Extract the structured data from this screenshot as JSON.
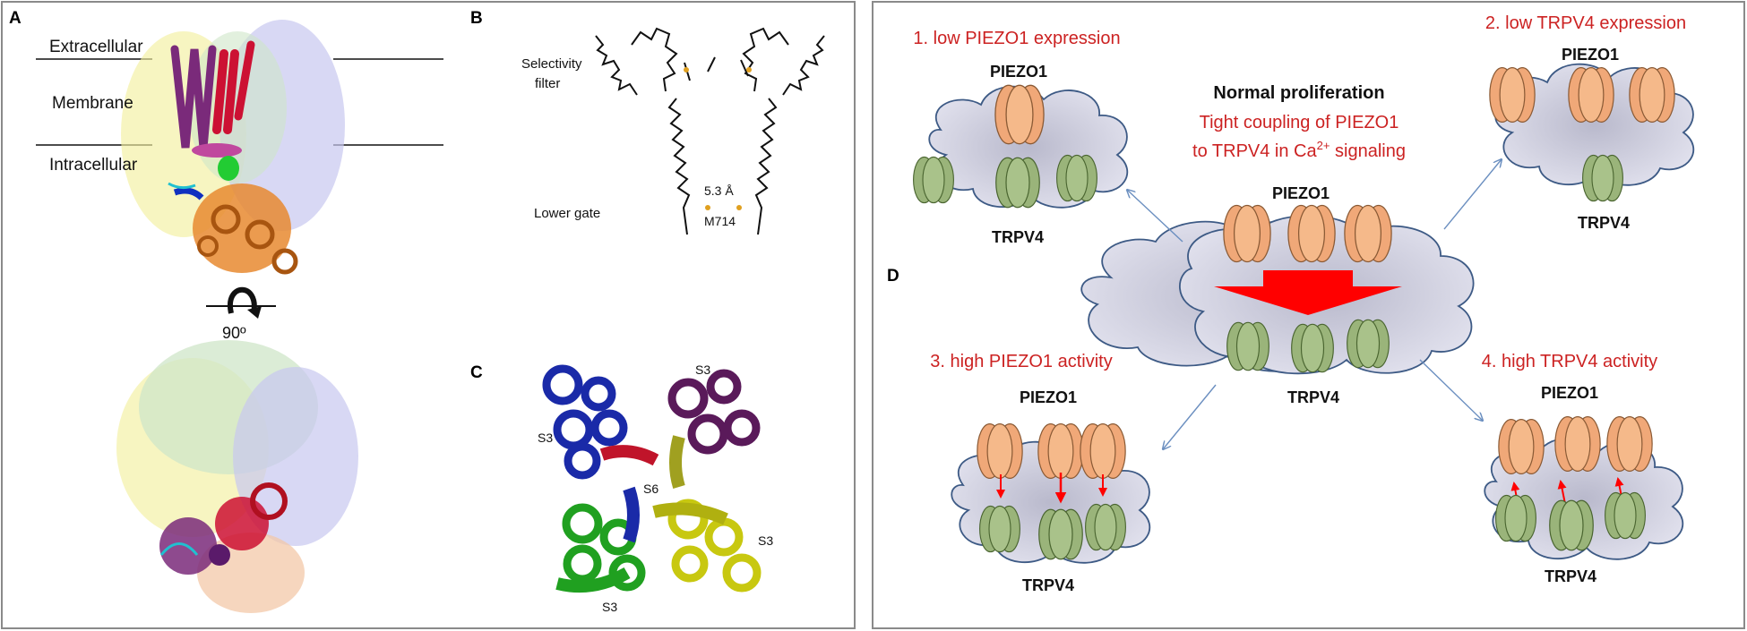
{
  "panel_a": {
    "letter": "A",
    "extracellular": "Extracellular",
    "membrane": "Membrane",
    "intracellular": "Intracellular",
    "rotation": "90º"
  },
  "panel_b": {
    "letter": "B",
    "selectivity_line1": "Selectivity",
    "selectivity_line2": "filter",
    "lower_gate": "Lower gate",
    "distance": "5.3 Å",
    "residue": "M714"
  },
  "panel_c": {
    "letter": "C",
    "s3_tr": "S3",
    "s3_tl": "S3",
    "s6": "S6",
    "s3_br": "S3",
    "s3_bl": "S3"
  },
  "panel_d": {
    "letter": "D",
    "center_title": "Normal proliferation",
    "center_line1": "Tight coupling of PIEZO1",
    "center_line2_pre": "to TRPV4 in Ca",
    "center_line2_sup": "2+",
    "center_line2_post": " signaling",
    "center_piezo": "PIEZO1",
    "center_trpv": "TRPV4",
    "s1_title": "1. low PIEZO1 expression",
    "s1_piezo": "PIEZO1",
    "s1_trpv": "TRPV4",
    "s2_title": "2. low TRPV4 expression",
    "s2_piezo": "PIEZO1",
    "s2_trpv": "TRPV4",
    "s3_title": "3. high PIEZO1 activity",
    "s3_piezo": "PIEZO1",
    "s3_trpv": "TRPV4",
    "s4_title": "4. high TRPV4 activity",
    "s4_piezo": "PIEZO1",
    "s4_trpv": "TRPV4"
  },
  "colors": {
    "title_red": "#cc2222",
    "piezo_fill": "#f0a878",
    "trpv_fill": "#9ab47a",
    "cloud_fill": "#cfd0e2",
    "cloud_stroke": "#3d5a85",
    "arrow_red": "#ff0000"
  }
}
